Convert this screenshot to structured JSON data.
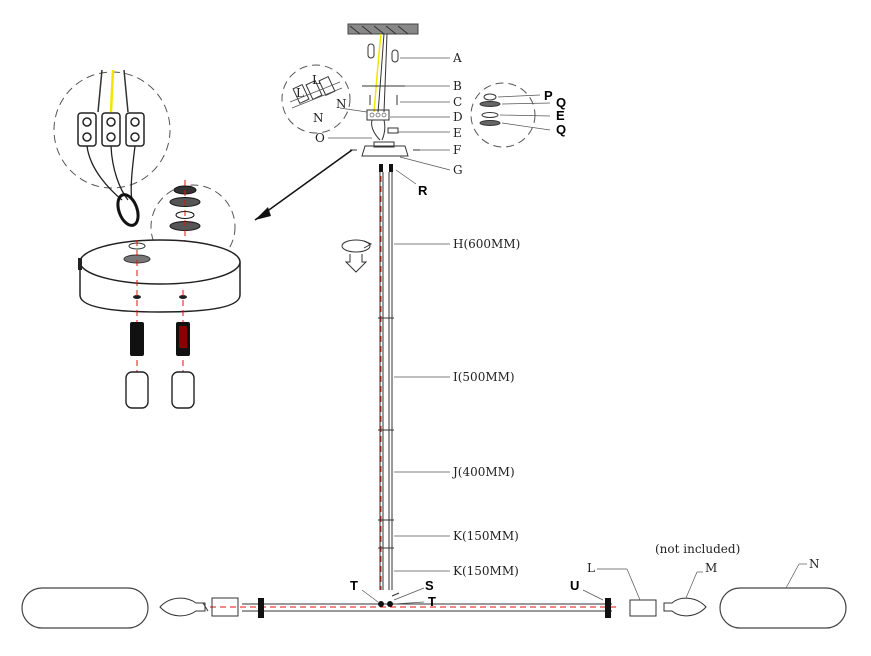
{
  "parts": {
    "A": "A",
    "B": "B",
    "C": "C",
    "D": "D",
    "E": "E",
    "F": "F",
    "G": "G",
    "O": "O",
    "P": "P",
    "Q1": "Q",
    "E2": "E",
    "Q2": "Q",
    "R": "R",
    "H": "H(600MM)",
    "I": "I(500MM)",
    "J": "J(400MM)",
    "K1": "K(150MM)",
    "K2": "K(150MM)",
    "T1": "T",
    "S": "S",
    "T2": "T",
    "U": "U",
    "L": "L",
    "M": "M",
    "N": "N",
    "note": "(not included)"
  },
  "wiring": {
    "L1": "L",
    "L2": "L",
    "N1": "N",
    "N2": "N"
  },
  "colors": {
    "wire_yellow": "#f2e600",
    "axis_red": "#e01010",
    "line": "#333333"
  }
}
